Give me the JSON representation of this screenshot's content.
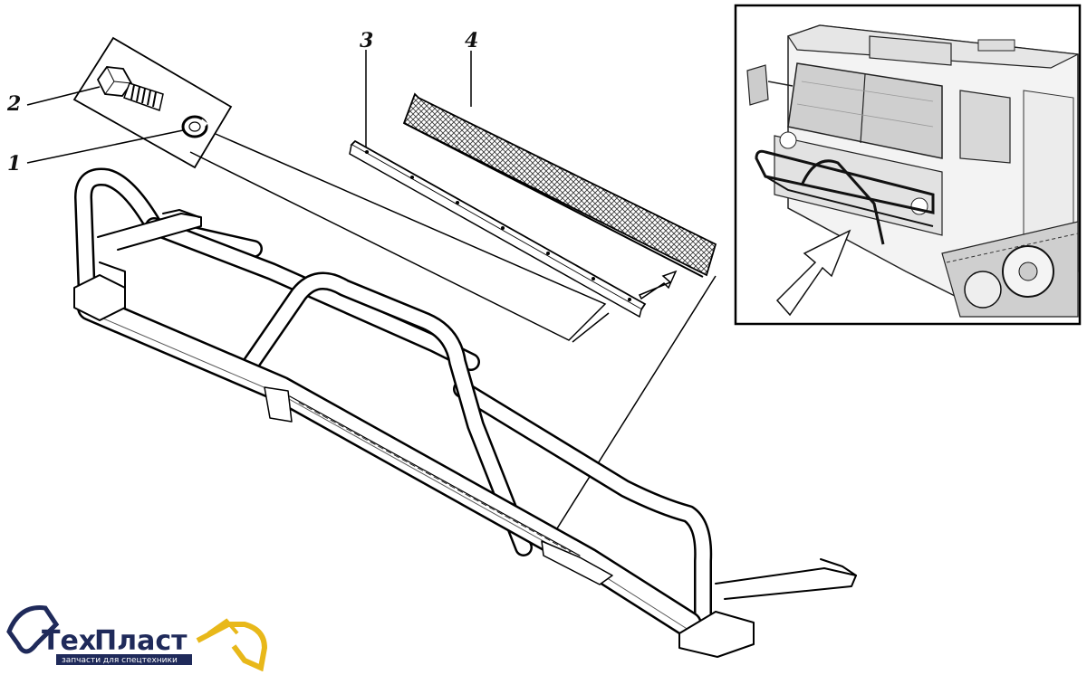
{
  "callouts": {
    "washer": "1",
    "bolt": "2",
    "strip": "3",
    "mesh": "4"
  },
  "logo": {
    "word_part1": "Тех",
    "word_part2": "Пласт",
    "tagline": "запчасти для спецтехники",
    "colors": {
      "dark": "#1f2a5a",
      "accent": "#e8b81a"
    }
  }
}
